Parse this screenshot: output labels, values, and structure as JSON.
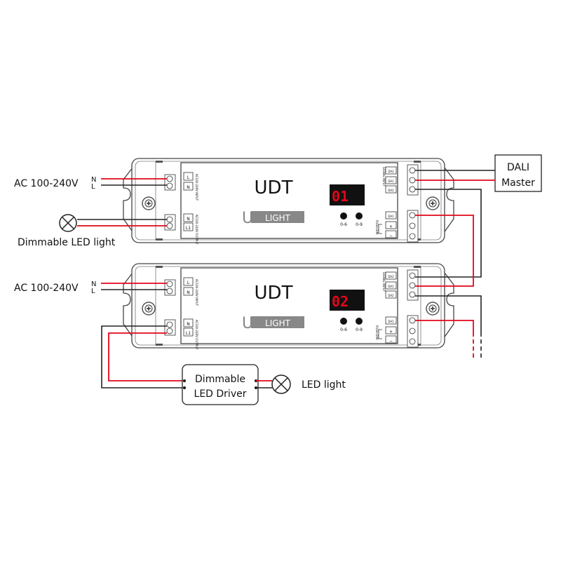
{
  "source": {
    "label": "AC 100-240V",
    "n": "N",
    "l": "L"
  },
  "modules": [
    {
      "title": "UDT",
      "display": "01",
      "brand_u": "U",
      "brand_rest": "LIGHT",
      "btn1": "0-6",
      "btn2": "0-9",
      "in_labels": [
        "L",
        "N"
      ],
      "out_labels": [
        "N",
        "L1"
      ],
      "in_caption": "AC100-240V INPUT",
      "out_caption": "AC100-240V OUTPUT",
      "signal_labels": [
        "DA2",
        "DA1",
        "DA2"
      ],
      "signal_caption": "SIGNAL INPUT",
      "push_labels": [
        "DA1",
        "+",
        "−"
      ],
      "push_caption": "PUSH-DIM"
    },
    {
      "title": "UDT",
      "display": "02",
      "brand_u": "U",
      "brand_rest": "LIGHT",
      "btn1": "0-6",
      "btn2": "0-9",
      "in_labels": [
        "L",
        "N"
      ],
      "out_labels": [
        "N",
        "L1"
      ],
      "in_caption": "AC100-240V INPUT",
      "out_caption": "AC100-240V OUTPUT",
      "signal_labels": [
        "DA2",
        "DA1",
        "DA2"
      ],
      "signal_caption": "SIGNAL INPUT",
      "push_labels": [
        "DA1",
        "+",
        "−"
      ],
      "push_caption": "PUSH-DIM"
    }
  ],
  "dimmable_led_light": "Dimmable LED light",
  "dali_master": [
    "DALI",
    "Master"
  ],
  "driver": [
    "Dimmable",
    "LED Driver"
  ],
  "led_light": "LED light",
  "colors": {
    "live_wire": "#e3061a",
    "neutral_wire": "#222222"
  }
}
